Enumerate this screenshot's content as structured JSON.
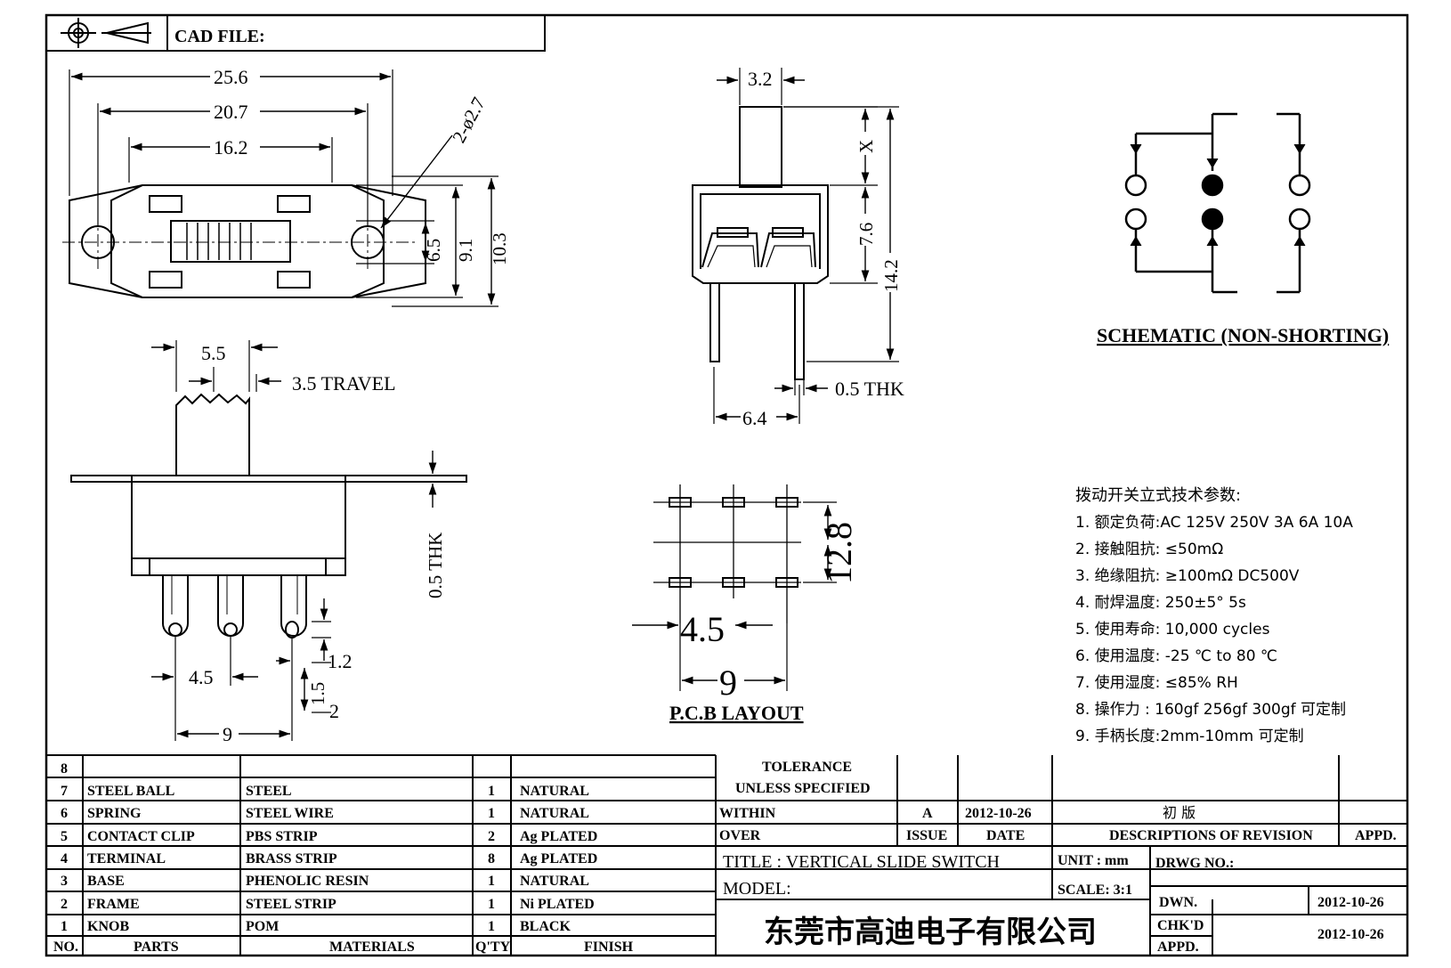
{
  "header": {
    "cad_label": "CAD FILE:"
  },
  "top_view": {
    "dim_overall": "25.6",
    "dim_holes": "20.7",
    "dim_body": "16.2",
    "dim_hole_dia": "2-ø2.7",
    "dim_h1": "6.5",
    "dim_h2": "9.1",
    "dim_h3": "10.3"
  },
  "front_view": {
    "dim_knob": "5.5",
    "dim_travel": "3.5 TRAVEL",
    "dim_thk": "0.5 THK",
    "dim_pitch": "4.5",
    "dim_span": "9",
    "dim_hole": "1.2",
    "dim_pin": "1.5",
    "dim_pin2": "2"
  },
  "side_view": {
    "dim_knob_w": "3.2",
    "dim_x": "X",
    "dim_body_h": "7.6",
    "dim_total_h": "14.2",
    "dim_thk": "0.5 THK",
    "dim_pin_span": "6.4"
  },
  "pcb": {
    "dim_row": "12.8",
    "dim_pitch": "4.5",
    "dim_span": "9",
    "title": "P.C.B LAYOUT"
  },
  "schematic": {
    "title": "SCHEMATIC (NON-SHORTING)"
  },
  "specs": {
    "heading": "拨动开关立式技术参数:",
    "items": [
      "1.  额定负荷:AC 125V 250V    3A     6A     10A",
      "2.  接触阻抗: ≤50mΩ",
      "3.  绝缘阻抗: ≥100mΩ   DC500V",
      "4.  耐焊温度: 250±5°  5s",
      "5.  使用寿命: 10,000 cycles",
      "6.  使用温度: -25  ℃   to 80  ℃",
      "7.  使用湿度: ≤85% RH",
      "8.  操作力 : 160gf     256gf     300gf   可定制",
      "9.  手柄长度:2mm-10mm   可定制"
    ]
  },
  "bom": {
    "rows": [
      {
        "no": "8",
        "part": "",
        "material": "",
        "qty": "",
        "finish": ""
      },
      {
        "no": "7",
        "part": "STEEL BALL",
        "material": "STEEL",
        "qty": "1",
        "finish": "NATURAL"
      },
      {
        "no": "6",
        "part": "SPRING",
        "material": "STEEL WIRE",
        "qty": "1",
        "finish": "NATURAL"
      },
      {
        "no": "5",
        "part": "CONTACT CLIP",
        "material": "PBS STRIP",
        "qty": "2",
        "finish": "Ag PLATED"
      },
      {
        "no": "4",
        "part": "TERMINAL",
        "material": "BRASS STRIP",
        "qty": "8",
        "finish": "Ag PLATED"
      },
      {
        "no": "3",
        "part": "BASE",
        "material": "PHENOLIC RESIN",
        "qty": "1",
        "finish": "NATURAL"
      },
      {
        "no": "2",
        "part": "FRAME",
        "material": "STEEL STRIP",
        "qty": "1",
        "finish": "Ni PLATED"
      },
      {
        "no": "1",
        "part": "KNOB",
        "material": "POM",
        "qty": "1",
        "finish": "BLACK"
      }
    ],
    "headers": {
      "no": "NO.",
      "part": "PARTS",
      "material": "MATERIALS",
      "qty": "Q'TY",
      "finish": "FINISH"
    }
  },
  "title_block": {
    "tolerance": "TOLERANCE",
    "unless": "UNLESS   SPECIFIED",
    "within": "WITHIN",
    "over": "OVER",
    "issue_value": "A",
    "date_value": "2012-10-26",
    "revision_value": "初  版",
    "issue_label": "ISSUE",
    "date_label": "DATE",
    "desc_label": "DESCRIPTIONS OF REVISION",
    "appd_label": "APPD.",
    "title": "TITLE :   VERTICAL  SLIDE  SWITCH",
    "unit": "UNIT :   mm",
    "drwg": "DRWG NO.:",
    "model": "MODEL:",
    "scale": "SCALE:   3:1",
    "dwn": "DWN.",
    "dwn_date": "2012-10-26",
    "chkd": "CHK'D",
    "chkd_date": "2012-10-26",
    "appd2": "APPD.",
    "company": "东莞市高迪电子有限公司"
  }
}
